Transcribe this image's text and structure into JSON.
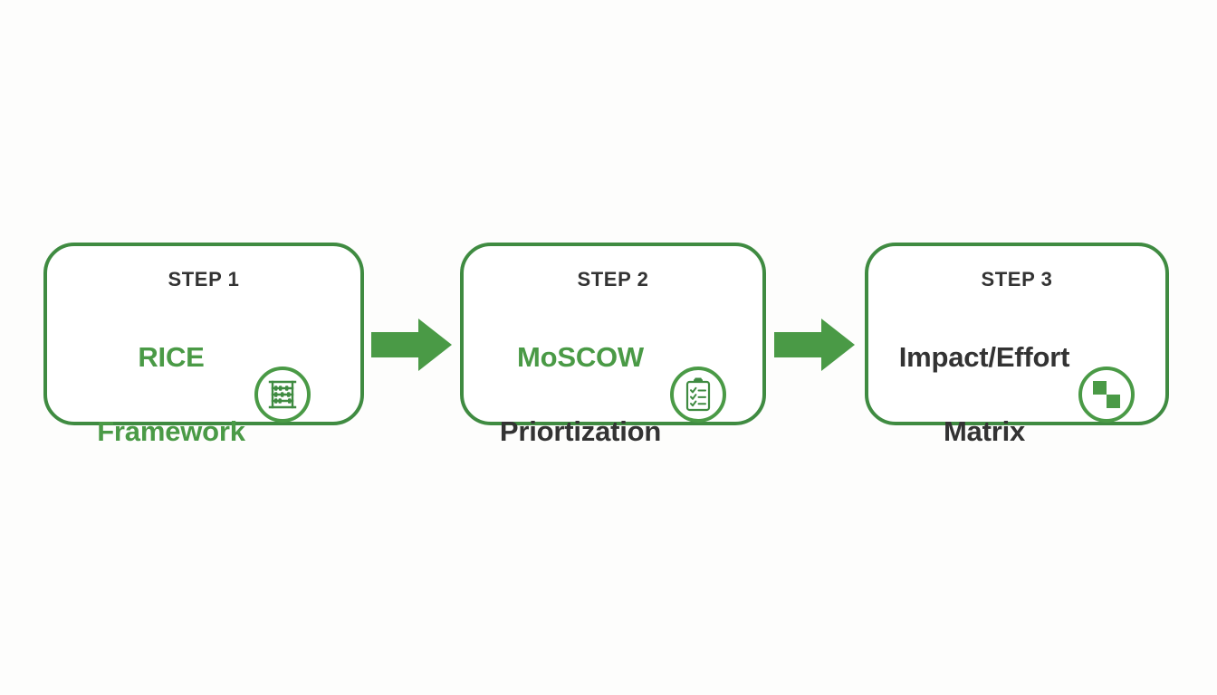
{
  "diagram": {
    "title": "Prioritization frameworks process flow",
    "background_color": "#fdfdfc",
    "accent_color": "#4a9a46",
    "border_color": "#3f8b41",
    "text_dark_color": "#333333",
    "orientation": "left-to-right"
  },
  "steps": [
    {
      "step_label": "STEP 1",
      "title_line_1": "RICE",
      "title_line_2": "Framework",
      "title_color": "#4a9a46",
      "icon": "abacus-icon"
    },
    {
      "step_label": "STEP 2",
      "title_line_1": "MoSCOW",
      "title_line_2": "Priortization",
      "title_line_1_color": "#4a9a46",
      "title_line_2_color": "#333333",
      "icon": "clipboard-checklist-icon"
    },
    {
      "step_label": "STEP 3",
      "title_line_1": "Impact/Effort",
      "title_line_2": "Matrix",
      "title_color": "#333333",
      "icon": "matrix-squares-icon"
    }
  ],
  "connectors": [
    {
      "name": "arrow-step1-to-step2",
      "direction": "right",
      "color": "#4a9a46"
    },
    {
      "name": "arrow-step2-to-step3",
      "direction": "right",
      "color": "#4a9a46"
    }
  ]
}
